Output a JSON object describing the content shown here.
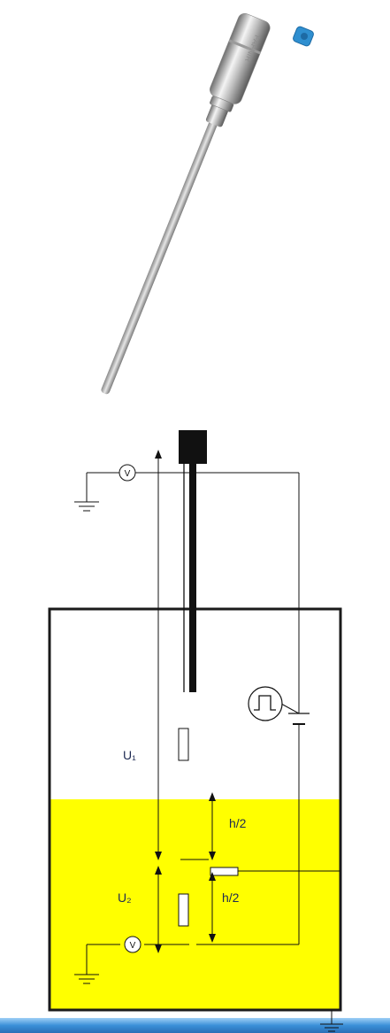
{
  "product_photo": {
    "brand_engraving": "FAFNIR",
    "connector_color": "#2f8fd0"
  },
  "diagram": {
    "liquid_color": "#ffff00",
    "tank_stroke": "#1a1a1a",
    "labels": {
      "u1": "U₁",
      "u2": "U₂",
      "h_half_top": "h/2",
      "h_half_bottom": "h/2",
      "voltmeter_top": "V",
      "voltmeter_bottom": "V"
    }
  },
  "footer_bar": {
    "color": "#3a8fd8"
  }
}
